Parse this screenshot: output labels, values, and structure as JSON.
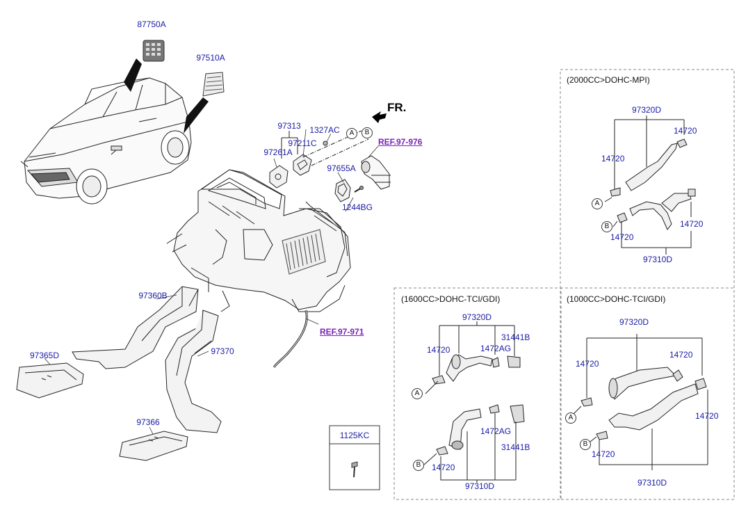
{
  "parts": {
    "p87750A": "87750A",
    "p97510A": "97510A",
    "p97313": "97313",
    "p1327AC": "1327AC",
    "p97211C": "97211C",
    "p97261A": "97261A",
    "p97655A": "97655A",
    "p1244BG": "1244BG",
    "p97360B": "97360B",
    "p97365D": "97365D",
    "p97370": "97370",
    "p97366": "97366",
    "p1125KC": "1125KC"
  },
  "refs": {
    "ref_976": "REF.97-976",
    "ref_971": "REF.97-971"
  },
  "direction_label": "FR.",
  "callouts": {
    "A": "A",
    "B": "B"
  },
  "panel_2000": {
    "caption": "(2000CC>DOHC-MPI)",
    "hose_upper": "97320D",
    "clamp_top_right": "14720",
    "clamp_left": "14720",
    "clamp_right": "14720",
    "clamp_bottom_left": "14720",
    "hose_lower": "97310D"
  },
  "panel_1600": {
    "caption": "(1600CC>DOHC-TCI/GDI)",
    "hose_upper": "97320D",
    "clamp_upper": "14720",
    "cap_upper": "1472AG",
    "plug_upper": "31441B",
    "cap_lower": "1472AG",
    "plug_lower": "31441B",
    "clamp_lower": "14720",
    "hose_lower": "97310D"
  },
  "panel_1000": {
    "caption": "(1000CC>DOHC-TCI/GDI)",
    "hose_upper": "97320D",
    "clamp_left": "14720",
    "clamp_right": "14720",
    "clamp_lower_right": "14720",
    "clamp_lower_left": "14720",
    "hose_lower": "97310D"
  }
}
